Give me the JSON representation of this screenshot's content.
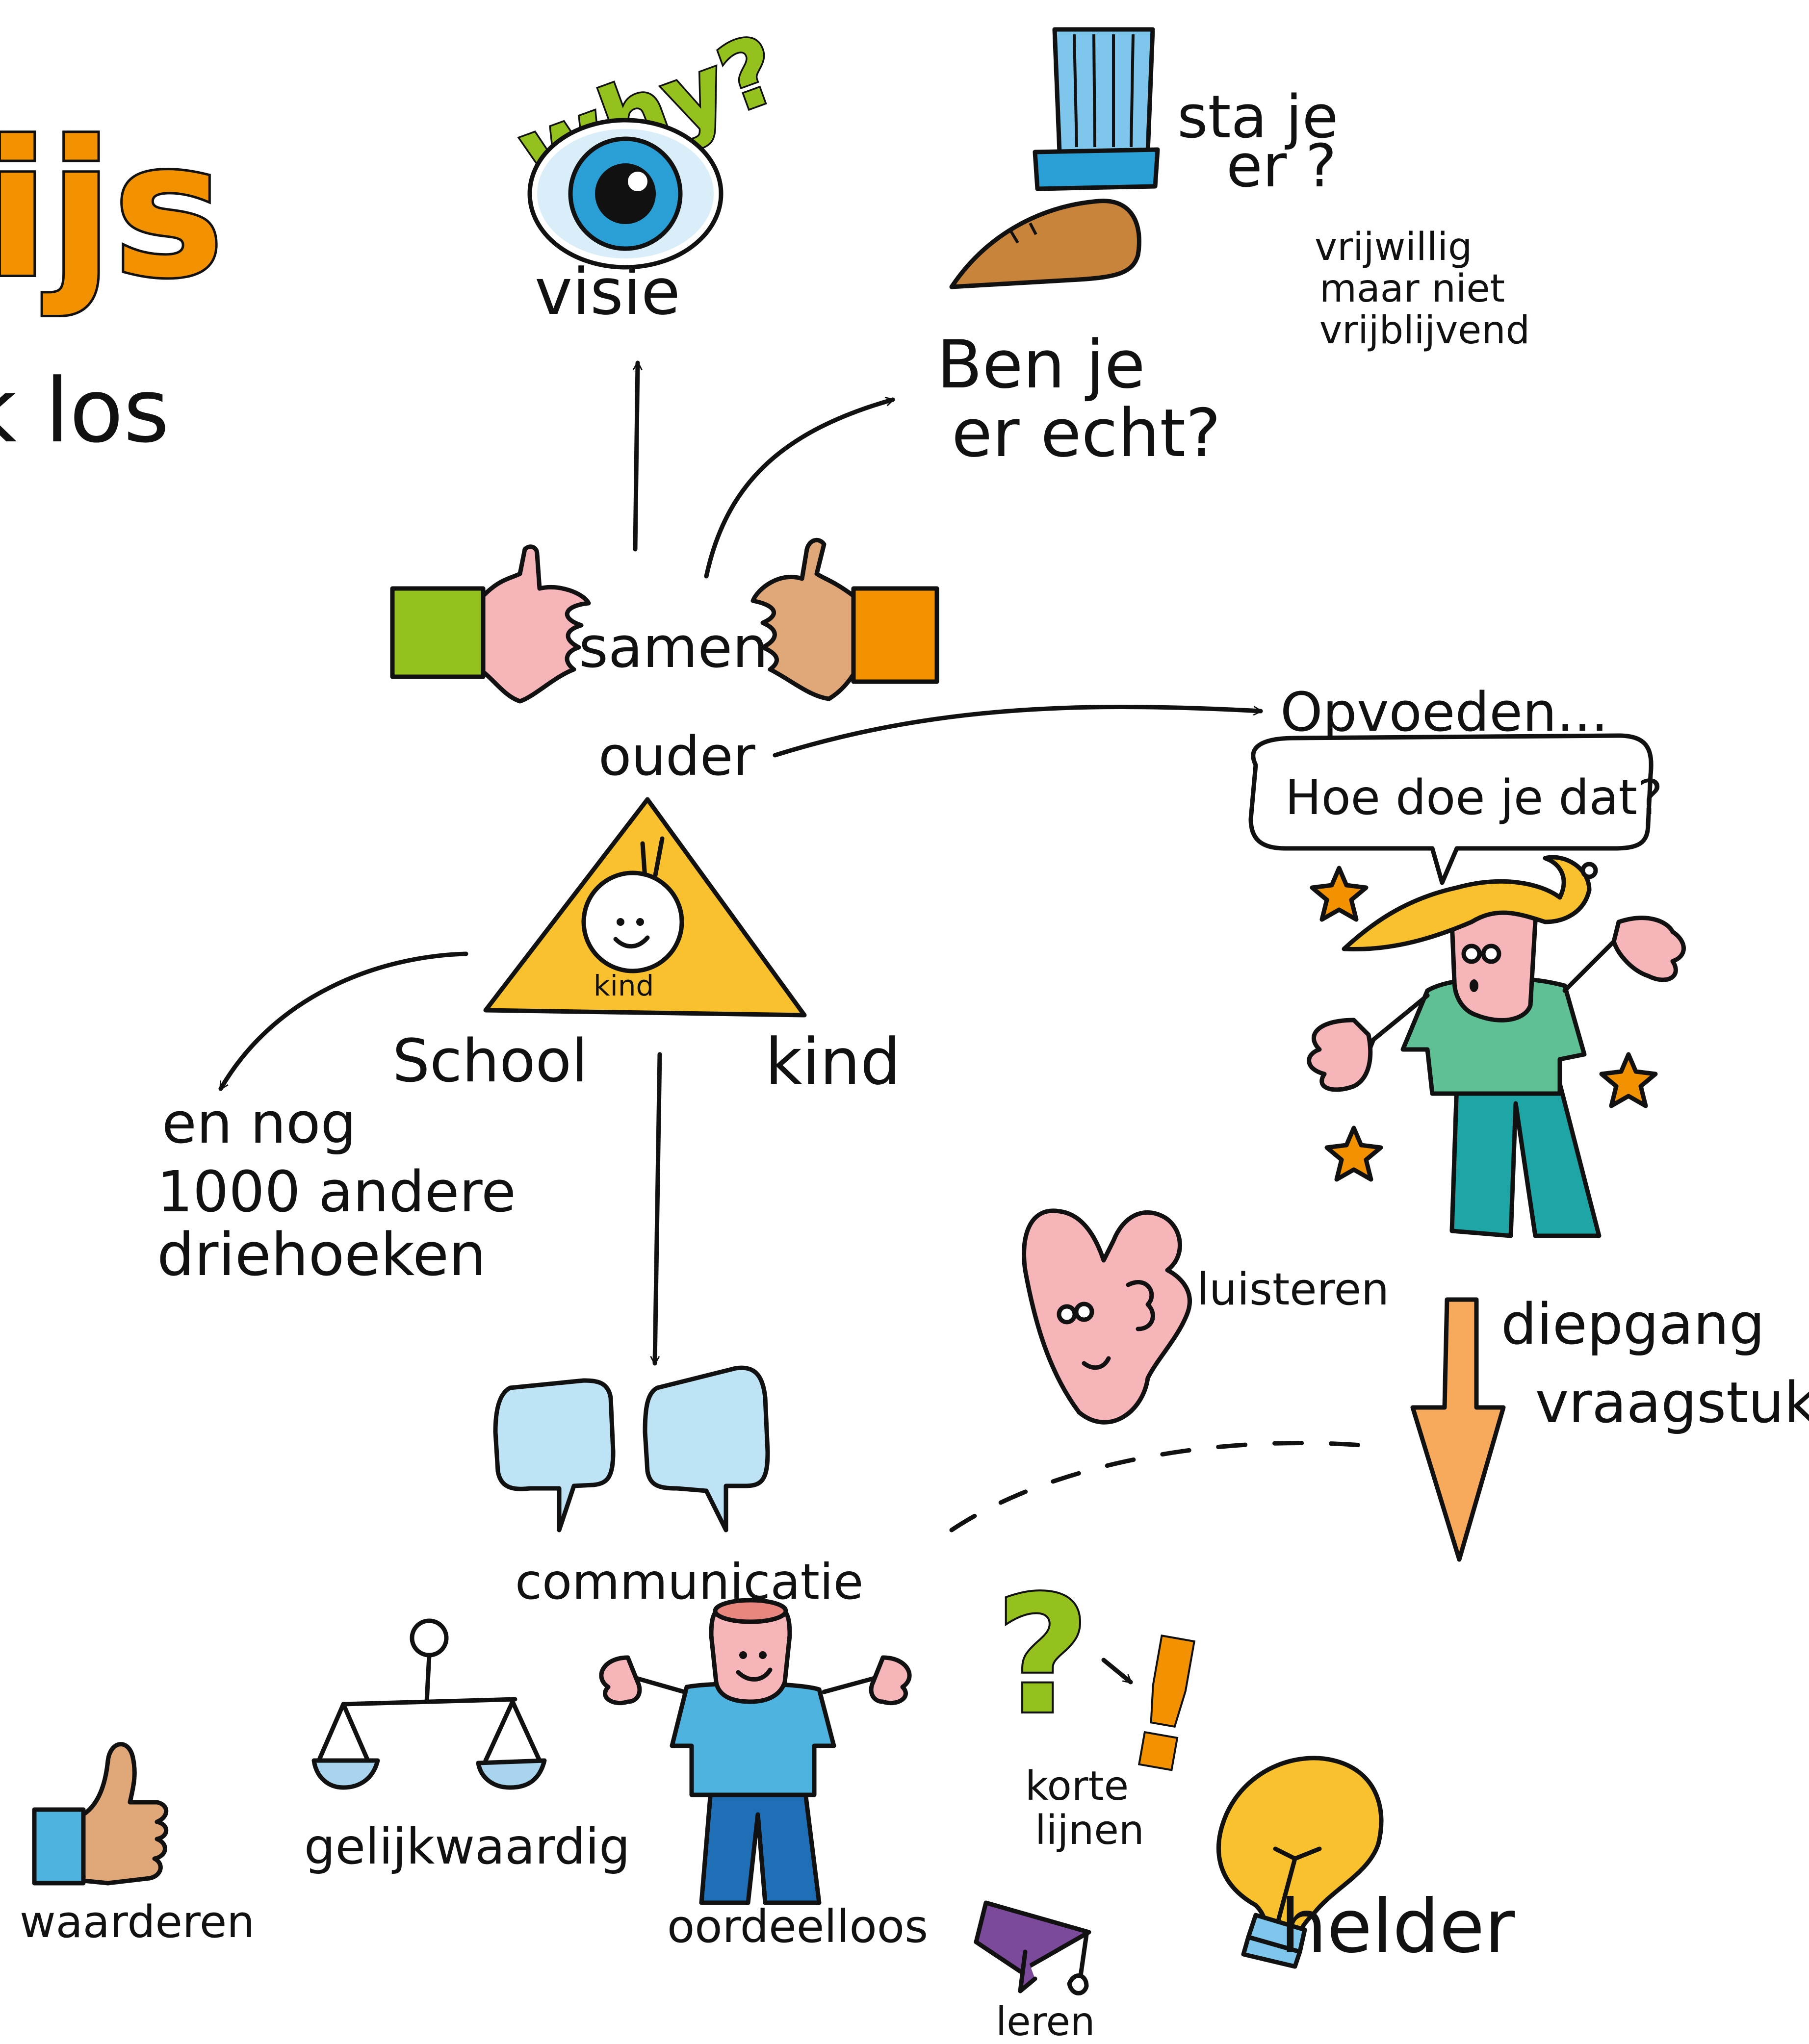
{
  "title": {
    "fragment_top": "ijs",
    "fragment_bottom": "k los"
  },
  "visie": {
    "why_label": "why?",
    "label": "visie"
  },
  "sta_je_er": {
    "line1": "sta je",
    "line2": "er ?"
  },
  "vrijwillig": {
    "line1": "vrijwillig",
    "line2": "maar niet",
    "line3": "vrijblijvend"
  },
  "ben_je_er": {
    "line1": "Ben je",
    "line2": "er echt?"
  },
  "samen_label": "samen",
  "triangle": {
    "top_label": "ouder",
    "left_label": "School",
    "right_label": "kind",
    "center_label": "kind"
  },
  "opvoeden": {
    "label": "Opvoeden...",
    "bubble_text": "Hoe doe je dat?"
  },
  "driehoeken": {
    "line1": "en nog",
    "line2": "1000 andere",
    "line3": "driehoeken"
  },
  "luisteren_label": "luisteren",
  "diepgang": {
    "line1": "diepgang",
    "line2": "vraagstuk"
  },
  "communicatie_label": "communicatie",
  "gelijkwaardig_label": "gelijkwaardig",
  "oordeelloos_label": "oordeelloos",
  "waarderen_label": "waarderen",
  "korte_lijnen": {
    "line1": "korte",
    "line2": "lijnen"
  },
  "helder_label": "helder",
  "leren_label": "leren",
  "colors": {
    "orange": "#f39200",
    "green": "#95c11f",
    "light_blue": "#bde3f5",
    "blue": "#4fb3e0",
    "yellow": "#f9c12e",
    "pink": "#f6b5b8",
    "skin": "#e0a878",
    "teal": "#1ea5a5",
    "sweater_green": "#5fbf95",
    "purple": "#7c4a9b",
    "bread": "#c9843c"
  }
}
